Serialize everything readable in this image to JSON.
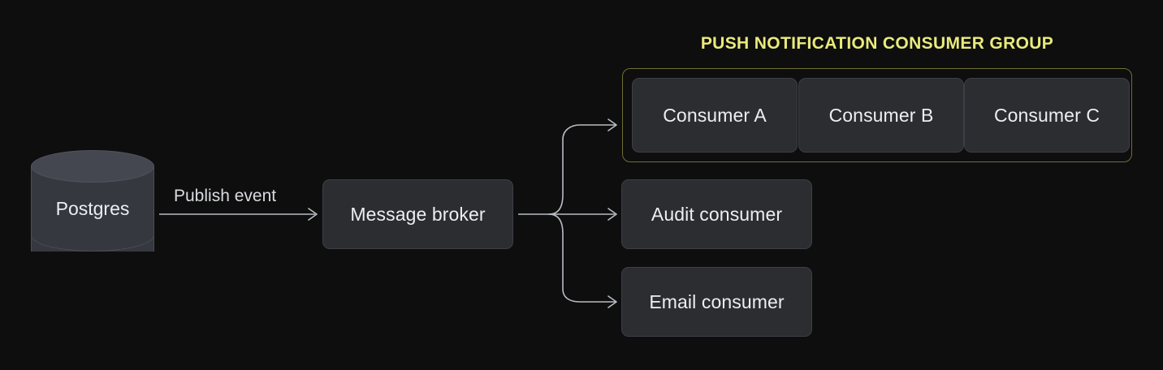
{
  "diagram": {
    "title_visible": false,
    "background_color": "#0e0e0e",
    "source": {
      "label": "Postgres",
      "shape": "cylinder",
      "fill": "#35383f",
      "top_fill": "#44474f"
    },
    "edges": [
      {
        "label": "Publish event",
        "from": "Postgres",
        "to": "Message broker"
      }
    ],
    "broker": {
      "label": "Message broker",
      "fill": "#2b2d31",
      "border": "#3c3f45"
    },
    "group": {
      "title": "PUSH NOTIFICATION CONSUMER GROUP",
      "title_color": "#e9ea7c",
      "border_color": "#6f6f38",
      "members": [
        {
          "label": "Consumer A"
        },
        {
          "label": "Consumer B"
        },
        {
          "label": "Consumer C"
        }
      ]
    },
    "standalone_consumers": [
      {
        "label": "Audit consumer"
      },
      {
        "label": "Email consumer"
      }
    ],
    "connector_color": "#b9bcc2"
  }
}
